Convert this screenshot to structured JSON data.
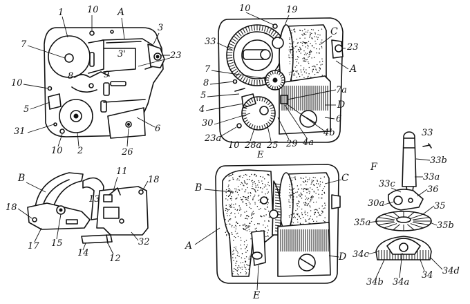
{
  "figure_labels": {
    "f1": {
      "l1": "1",
      "l10a": "10",
      "lA": "A",
      "l3": "3",
      "l7": "7",
      "l3p": "3'",
      "l23": "23",
      "l8": "8",
      "l9": "9",
      "l10b": "10",
      "l5": "5",
      "l6": "6",
      "l31": "31",
      "l10c": "10",
      "l2": "2",
      "l26": "26"
    },
    "f2": {
      "l10a": "10",
      "l19": "19",
      "lC": "C",
      "l33": "33",
      "l23": "23",
      "l7": "7",
      "lA": "A",
      "l8": "8",
      "l5": "5",
      "l7a": "7a",
      "l4": "4",
      "lD": "D",
      "l30": "30",
      "l6": "6",
      "l4b": "4b",
      "l23a": "23a",
      "l10b": "10",
      "l28a": "28a",
      "lE": "E",
      "l25": "25",
      "l29": "29",
      "l40a": "4a"
    },
    "f3": {
      "lB": "B",
      "l11": "11",
      "l18a": "18",
      "l13": "13",
      "l18b": "18",
      "l17": "17",
      "l15": "15",
      "l14": "14",
      "l12": "12",
      "l32": "32"
    },
    "f4": {
      "lB": "B",
      "lC": "C",
      "lA": "A",
      "lD": "D",
      "lE": "E"
    },
    "f5": {
      "l33": "33",
      "l33b": "33b",
      "lF": "F",
      "l33a": "33a",
      "l33c": "33c",
      "l36": "36",
      "l30a": "30a",
      "l35": "35",
      "l35a": "35a",
      "l35b": "35b",
      "l34c": "34c",
      "l34b": "34b",
      "l34a": "34a",
      "l34": "34",
      "l34d": "34d"
    }
  }
}
